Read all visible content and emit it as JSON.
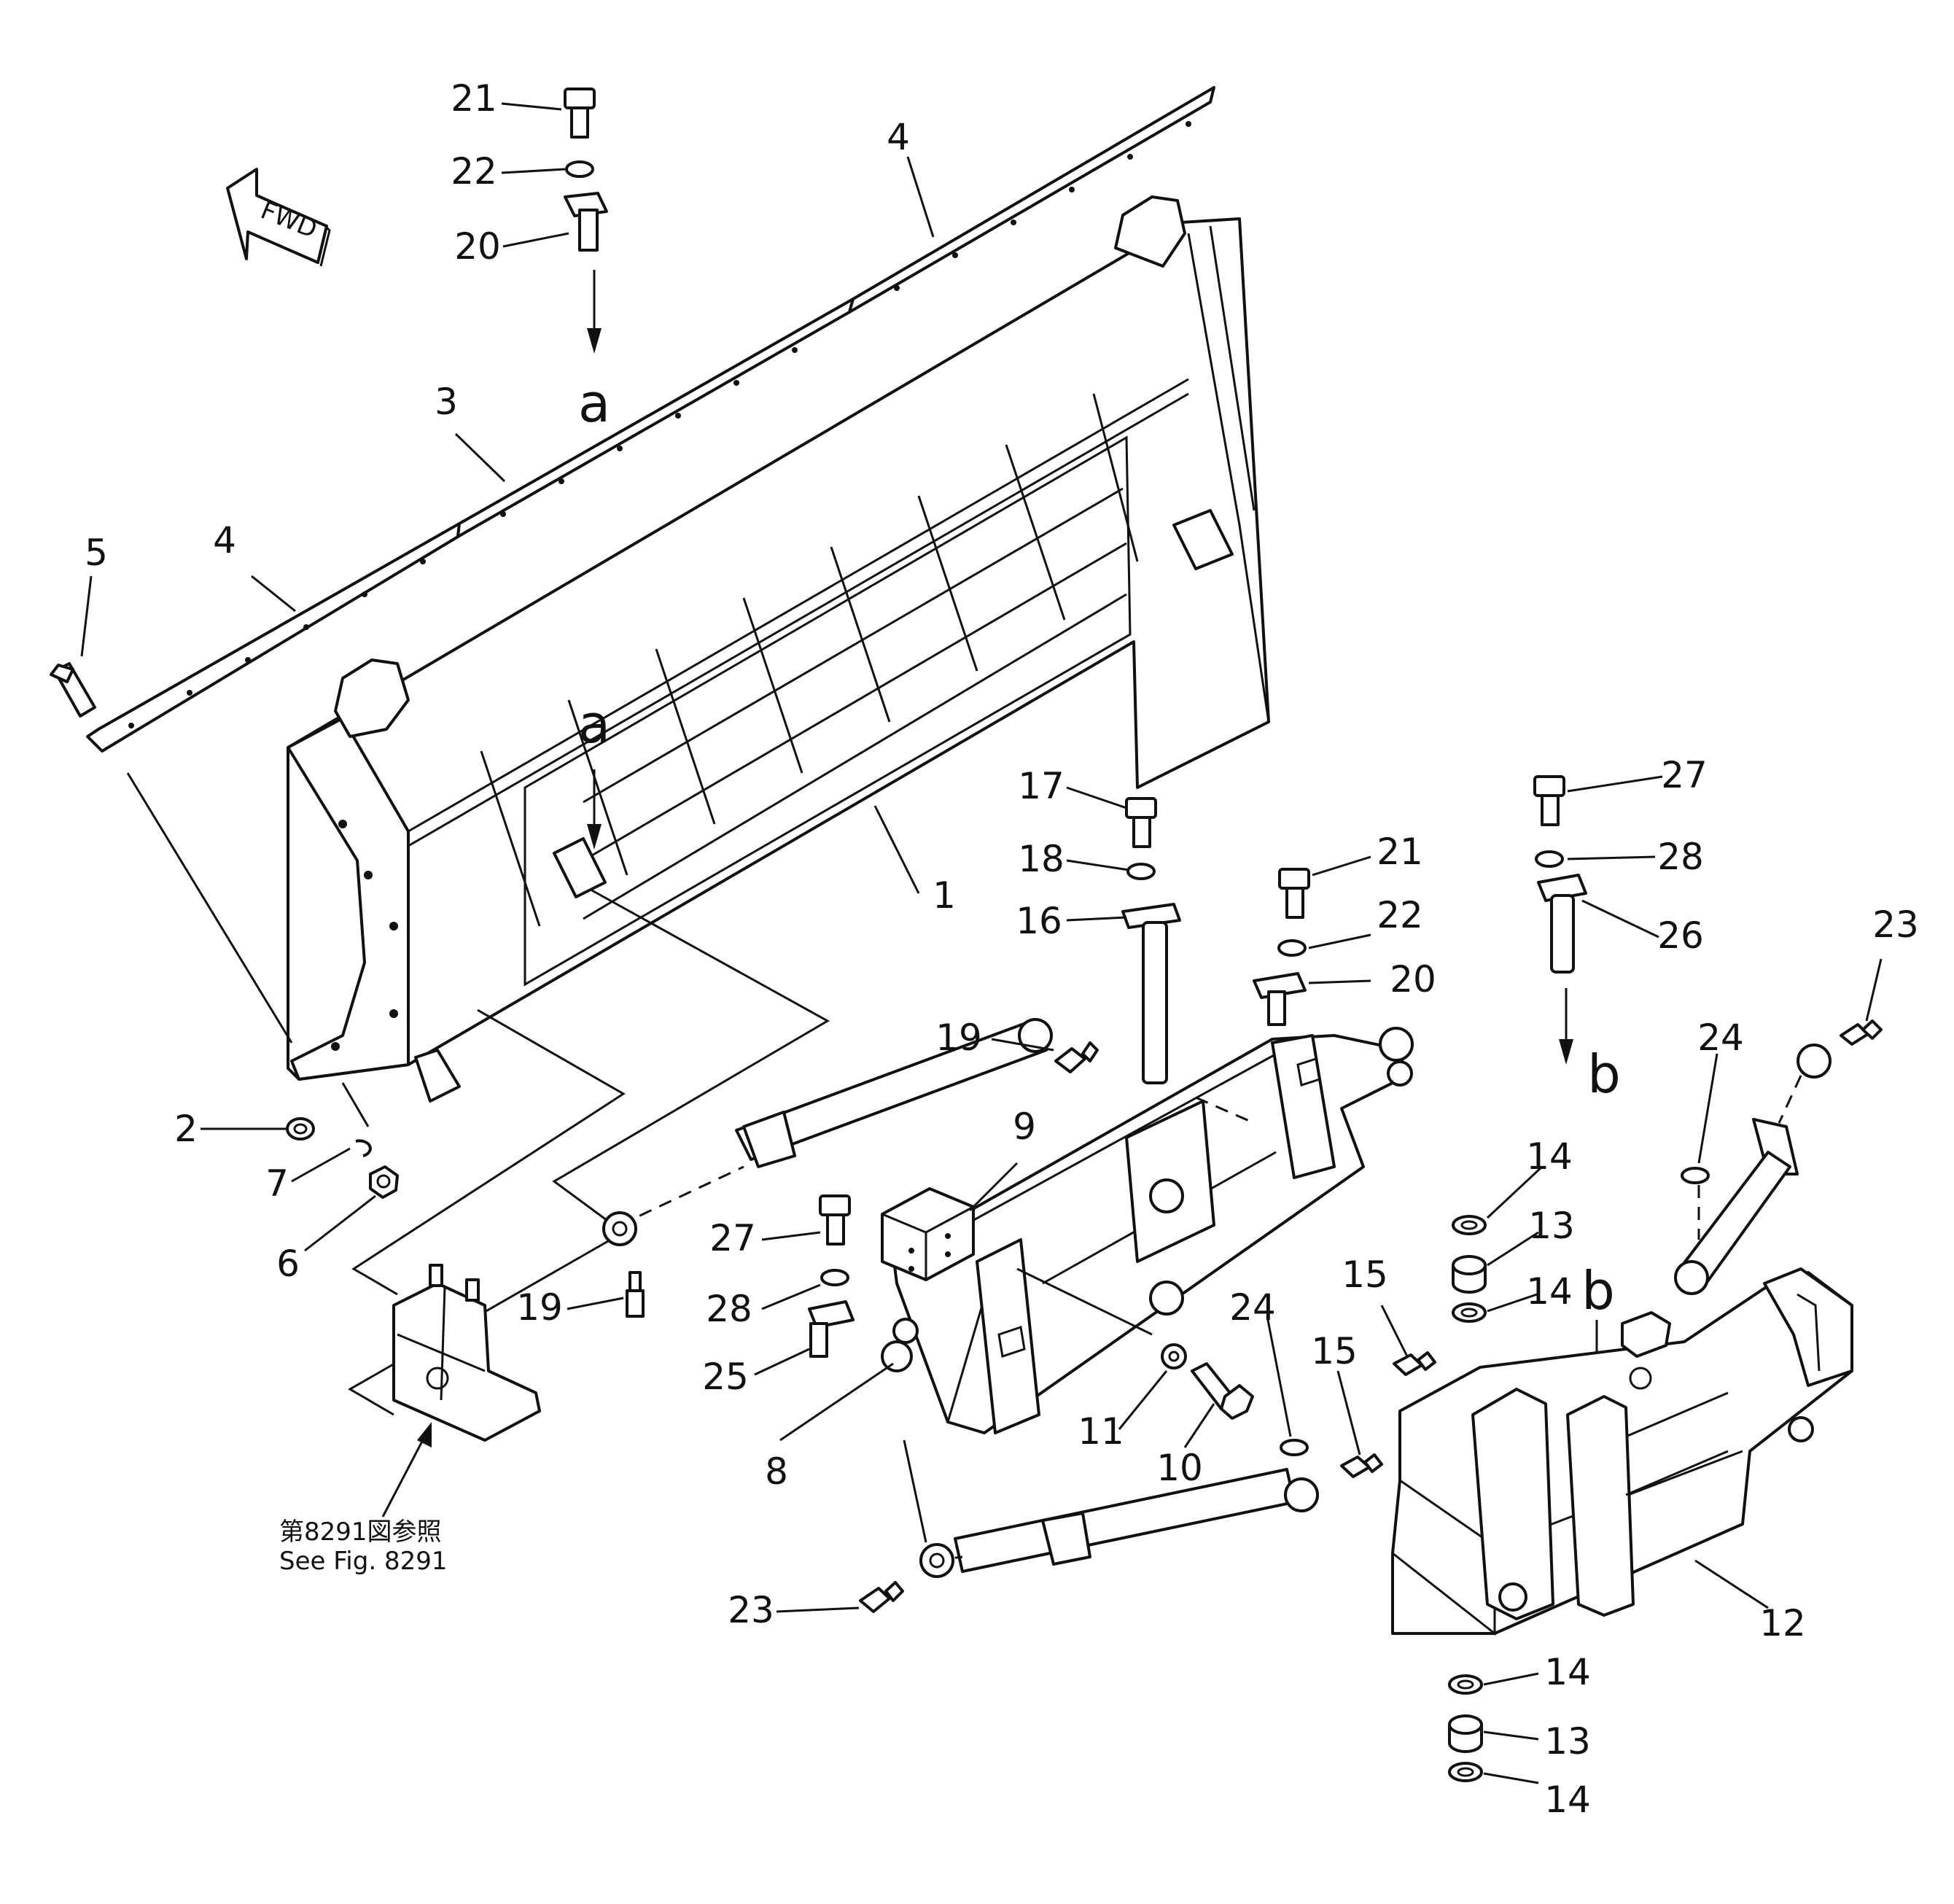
{
  "diagram": {
    "fwd_label": "FWD",
    "callouts": [
      {
        "id": "c21a",
        "text": "21"
      },
      {
        "id": "c22a",
        "text": "22"
      },
      {
        "id": "c20a",
        "text": "20"
      },
      {
        "id": "c4a",
        "text": "4"
      },
      {
        "id": "c3",
        "text": "3"
      },
      {
        "id": "c4b",
        "text": "4"
      },
      {
        "id": "c5",
        "text": "5"
      },
      {
        "id": "c1",
        "text": "1"
      },
      {
        "id": "c2",
        "text": "2"
      },
      {
        "id": "c7",
        "text": "7"
      },
      {
        "id": "c6",
        "text": "6"
      },
      {
        "id": "c17",
        "text": "17"
      },
      {
        "id": "c18",
        "text": "18"
      },
      {
        "id": "c16",
        "text": "16"
      },
      {
        "id": "c19a",
        "text": "19"
      },
      {
        "id": "c21b",
        "text": "21"
      },
      {
        "id": "c22b",
        "text": "22"
      },
      {
        "id": "c20b",
        "text": "20"
      },
      {
        "id": "c27a",
        "text": "27"
      },
      {
        "id": "c28a",
        "text": "28"
      },
      {
        "id": "c26",
        "text": "26"
      },
      {
        "id": "c23a",
        "text": "23"
      },
      {
        "id": "c24a",
        "text": "24"
      },
      {
        "id": "c9",
        "text": "9"
      },
      {
        "id": "c27b",
        "text": "27"
      },
      {
        "id": "c28b",
        "text": "28"
      },
      {
        "id": "c25",
        "text": "25"
      },
      {
        "id": "c19b",
        "text": "19"
      },
      {
        "id": "c8",
        "text": "8"
      },
      {
        "id": "c11",
        "text": "11"
      },
      {
        "id": "c10",
        "text": "10"
      },
      {
        "id": "c24b",
        "text": "24"
      },
      {
        "id": "c15a",
        "text": "15"
      },
      {
        "id": "c15b",
        "text": "15"
      },
      {
        "id": "c14a",
        "text": "14"
      },
      {
        "id": "c13a",
        "text": "13"
      },
      {
        "id": "c14b",
        "text": "14"
      },
      {
        "id": "c12",
        "text": "12"
      },
      {
        "id": "c23b",
        "text": "23"
      },
      {
        "id": "c14c",
        "text": "14"
      },
      {
        "id": "c13b",
        "text": "13"
      },
      {
        "id": "c14d",
        "text": "14"
      }
    ],
    "view_letters": [
      {
        "id": "la1",
        "text": "a"
      },
      {
        "id": "la2",
        "text": "a"
      },
      {
        "id": "lb1",
        "text": "b"
      },
      {
        "id": "lb2",
        "text": "b"
      }
    ],
    "reference_note": {
      "line1": "第8291図参照",
      "line2": "See  Fig. 8291"
    }
  }
}
